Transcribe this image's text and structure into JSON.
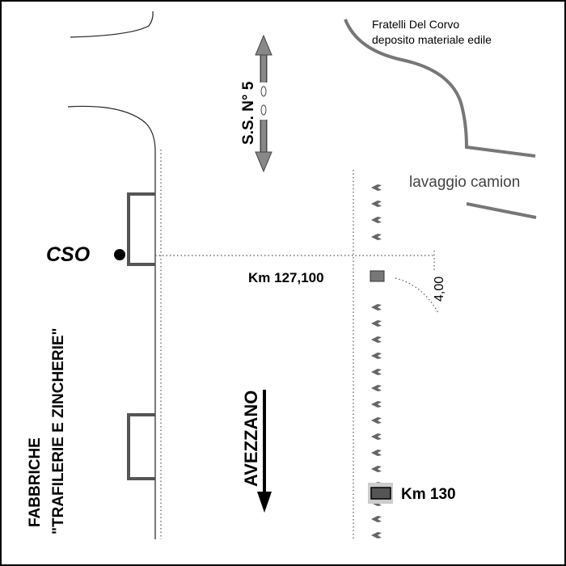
{
  "labels": {
    "company_line1": "Fratelli Del Corvo",
    "company_line2": "deposito materiale edile",
    "truck_wash": "lavaggio camion",
    "road": "S.S. N° 5",
    "cso": "CSO",
    "km_marker_1": "Km  127,100",
    "distance": "4,00",
    "direction": "AVEZZANO",
    "factories_line1": "FABBRICHE",
    "factories_line2": "\"TRAFILERIE E ZINCHERIE\"",
    "km_marker_2": "Km  130"
  },
  "colors": {
    "building_outline": "#555555",
    "road_arrow": "#888888",
    "direction_arrow": "#000000",
    "marker_fill": "#777777",
    "km130_fill": "#555555",
    "km130_halo": "#cccccc"
  }
}
